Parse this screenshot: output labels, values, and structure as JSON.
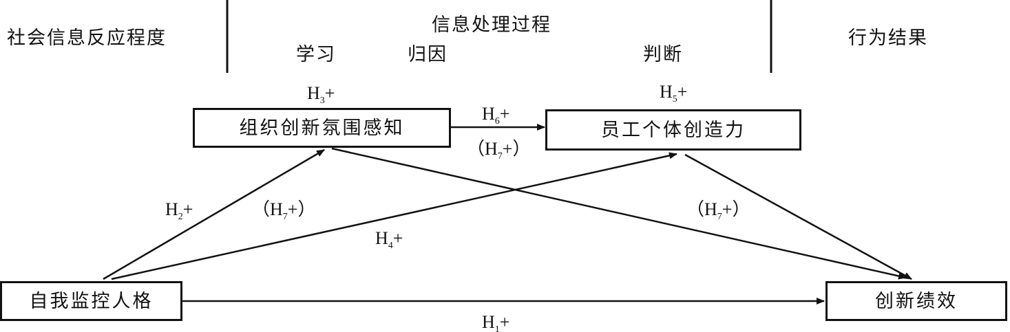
{
  "header": {
    "left_title": "社会信息反应程度",
    "center_title": "信息处理过程",
    "stage_learning": "学习",
    "stage_attribution": "归因",
    "stage_judgment": "判断",
    "right_title": "行为结果"
  },
  "nodes": {
    "climate": "组织创新氛围感知",
    "creativity": "员工个体创造力",
    "self_monitoring": "自我监控人格",
    "innovation": "创新绩效"
  },
  "hypotheses": {
    "h1": {
      "prefix": "",
      "h": "H",
      "sub": "1",
      "suffix": "+"
    },
    "h2": {
      "prefix": "",
      "h": "H",
      "sub": "2",
      "suffix": "+"
    },
    "h3": {
      "prefix": "",
      "h": "H",
      "sub": "3",
      "suffix": "+"
    },
    "h4": {
      "prefix": "",
      "h": "H",
      "sub": "4",
      "suffix": "+"
    },
    "h5": {
      "prefix": "",
      "h": "H",
      "sub": "5",
      "suffix": "+"
    },
    "h6": {
      "prefix": "",
      "h": "H",
      "sub": "6",
      "suffix": "+"
    },
    "h7_top": {
      "prefix": "（",
      "h": "H",
      "sub": "7",
      "suffix": "+）"
    },
    "h7_left": {
      "prefix": "（",
      "h": "H",
      "sub": "7",
      "suffix": "+）"
    },
    "h7_right": {
      "prefix": "（",
      "h": "H",
      "sub": "7",
      "suffix": "+）"
    }
  },
  "colors": {
    "ink": "#111111",
    "background": "#ffffff"
  }
}
